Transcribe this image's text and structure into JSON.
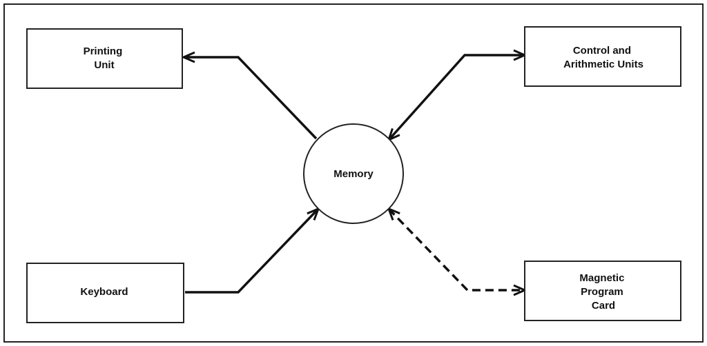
{
  "nodes": {
    "printing_unit": {
      "lines": [
        "Printing",
        "Unit"
      ]
    },
    "control_arithmetic": {
      "lines": [
        "Control and",
        "Arithmetic Units"
      ]
    },
    "memory": {
      "lines": [
        "Memory"
      ]
    },
    "keyboard": {
      "lines": [
        "Keyboard"
      ]
    },
    "magnetic_card": {
      "lines": [
        "Magnetic",
        "Program",
        "Card"
      ]
    }
  },
  "edges": [
    {
      "from": "memory",
      "to": "printing_unit",
      "style": "solid",
      "direction": "to"
    },
    {
      "from": "memory",
      "to": "control_arithmetic",
      "style": "solid",
      "direction": "both"
    },
    {
      "from": "keyboard",
      "to": "memory",
      "style": "solid",
      "direction": "to"
    },
    {
      "from": "memory",
      "to": "magnetic_card",
      "style": "dashed",
      "direction": "both"
    }
  ]
}
